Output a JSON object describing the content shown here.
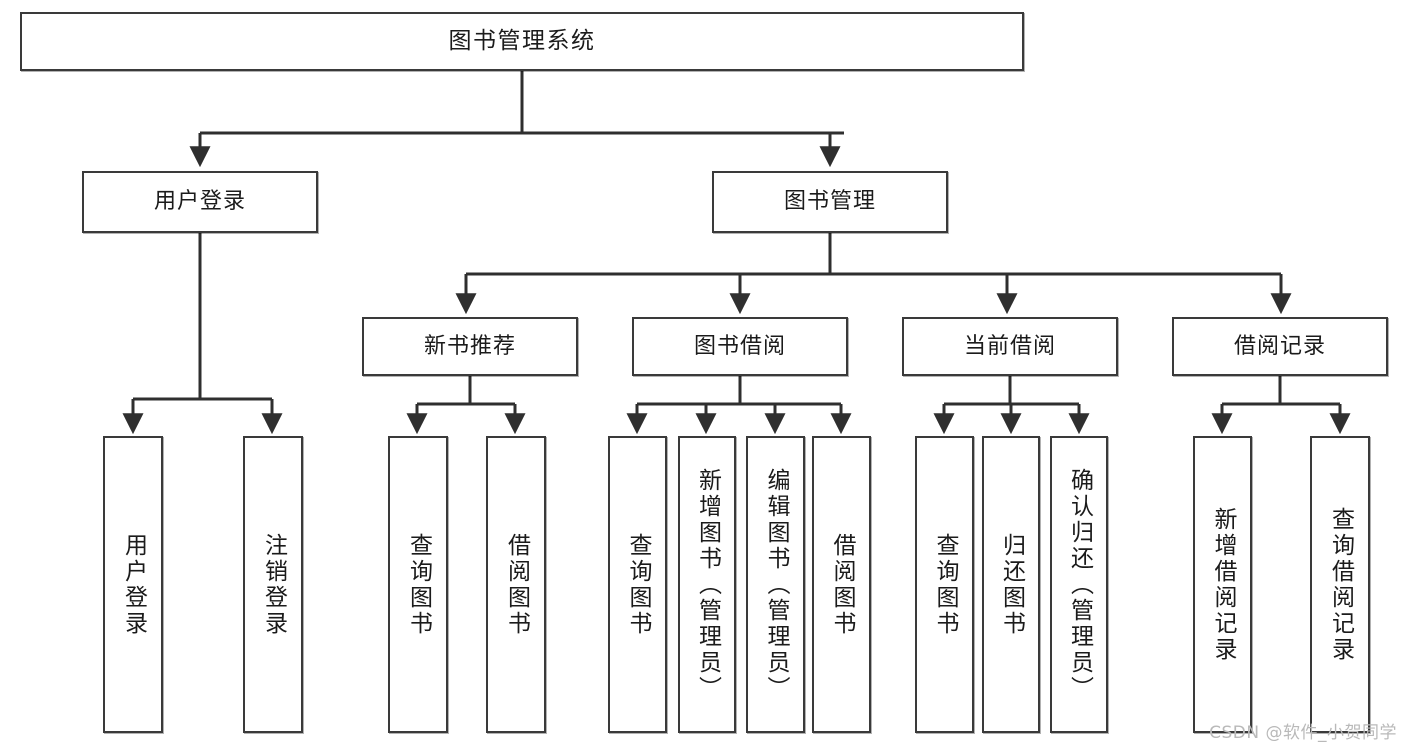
{
  "diagram": {
    "type": "tree-hierarchy-chart",
    "title": "图书管理系统",
    "watermark": "CSDN @软件_小贺同学",
    "colors": {
      "box_border": "#3a3a3a",
      "box_fill": "#ffffff",
      "edge": "#2f2f2f",
      "text": "#1b1b1b",
      "watermark": "#b9b9b9",
      "background": "#ffffff"
    },
    "nodes": {
      "root": {
        "label": "图书管理系统"
      },
      "level2": [
        {
          "id": "user-login",
          "label": "用户登录"
        },
        {
          "id": "book-management",
          "label": "图书管理"
        }
      ],
      "level3": [
        {
          "id": "new-book-recommend",
          "label": "新书推荐"
        },
        {
          "id": "book-borrow",
          "label": "图书借阅"
        },
        {
          "id": "current-borrow",
          "label": "当前借阅"
        },
        {
          "id": "borrow-record",
          "label": "借阅记录"
        }
      ],
      "leaves": {
        "user_login": [
          {
            "id": "leaf-user-login",
            "label": "用户登录"
          },
          {
            "id": "leaf-logout-login",
            "label": "注销登录"
          }
        ],
        "new_book_recommend": [
          {
            "id": "leaf-query-book-1",
            "label": "查询图书"
          },
          {
            "id": "leaf-borrow-book-1",
            "label": "借阅图书"
          }
        ],
        "book_borrow": [
          {
            "id": "leaf-query-book-2",
            "label": "查询图书"
          },
          {
            "id": "leaf-add-book",
            "label": "新增图书（管理员）"
          },
          {
            "id": "leaf-edit-book",
            "label": "编辑图书（管理员）"
          },
          {
            "id": "leaf-borrow-book-2",
            "label": "借阅图书"
          }
        ],
        "current_borrow": [
          {
            "id": "leaf-query-book-3",
            "label": "查询图书"
          },
          {
            "id": "leaf-return-book",
            "label": "归还图书"
          },
          {
            "id": "leaf-confirm-return",
            "label": "确认归还（管理员）"
          }
        ],
        "borrow_record": [
          {
            "id": "leaf-add-borrow-record",
            "label": "新增借阅记录"
          },
          {
            "id": "leaf-query-borrow-record",
            "label": "查询借阅记录"
          }
        ]
      }
    }
  }
}
